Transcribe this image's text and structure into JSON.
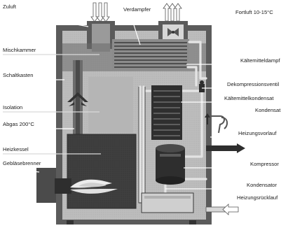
{
  "labels": {
    "zuluft": "Zuluft",
    "verdampfer": "Verdampfer",
    "fortluft": "Fortluft 10-15°C",
    "mischkammer": "Mischkammer",
    "kaeltemitteldampf": "Kältemitteldampf",
    "schaltkasten": "Schaltkasten",
    "dekompressionsventil": "Dekompressionsventil",
    "isolation": "Isolation",
    "kaeltemittelkondensat": "Kältemittelkondensat",
    "kondensat_top": "Kondensat",
    "abgas": "Abgas 200°C",
    "heizungsvorlauf": "Heizungsvorlauf",
    "heizkessel": "Heizkessel",
    "geblaesebrenner": "Gebläsebrenner",
    "kompressor": "Kompressor",
    "kondensator": "Kondensator",
    "heizungsruecklauf": "Heizungsrücklauf"
  },
  "colors": {
    "paper": "#ffffff",
    "shell": "#5b5b5b",
    "interior": "#bdbdbd",
    "dark": "#3a3a3a",
    "pipe": "#e8e8e8",
    "label_line": "#ffffff"
  }
}
